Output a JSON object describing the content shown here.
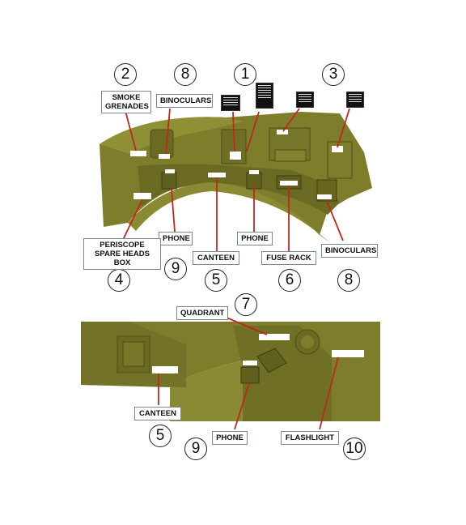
{
  "colors": {
    "olive": "#7a7a2a",
    "olive_dark": "#5c5c1e",
    "olive_light": "#9a9a3e",
    "leader_red": "#c0281c",
    "label_border": "#7a8a8a"
  },
  "top_numbers": {
    "n2": "2",
    "n8a": "8",
    "n1": "1",
    "n3": "3",
    "n9a": "9",
    "n4": "4",
    "n5a": "5",
    "n6": "6",
    "n8b": "8"
  },
  "top_labels": {
    "smoke_grenades": "SMOKE GRENADES",
    "binoculars_top": "BINOCULARS",
    "phone_left": "PHONE",
    "periscope": "PERISCOPE SPARE HEADS BOX",
    "canteen": "CANTEEN",
    "phone_mid": "PHONE",
    "fuse_rack": "FUSE RACK",
    "binoculars_right": "BINOCULARS"
  },
  "bottom_numbers": {
    "n7": "7",
    "n5b": "5",
    "n9b": "9",
    "n10": "10"
  },
  "bottom_labels": {
    "quadrant": "QUADRANT",
    "canteen": "CANTEEN",
    "phone": "PHONE",
    "flashlight": "FLASHLIGHT"
  },
  "icons": [
    "decal-sheet-icon"
  ]
}
